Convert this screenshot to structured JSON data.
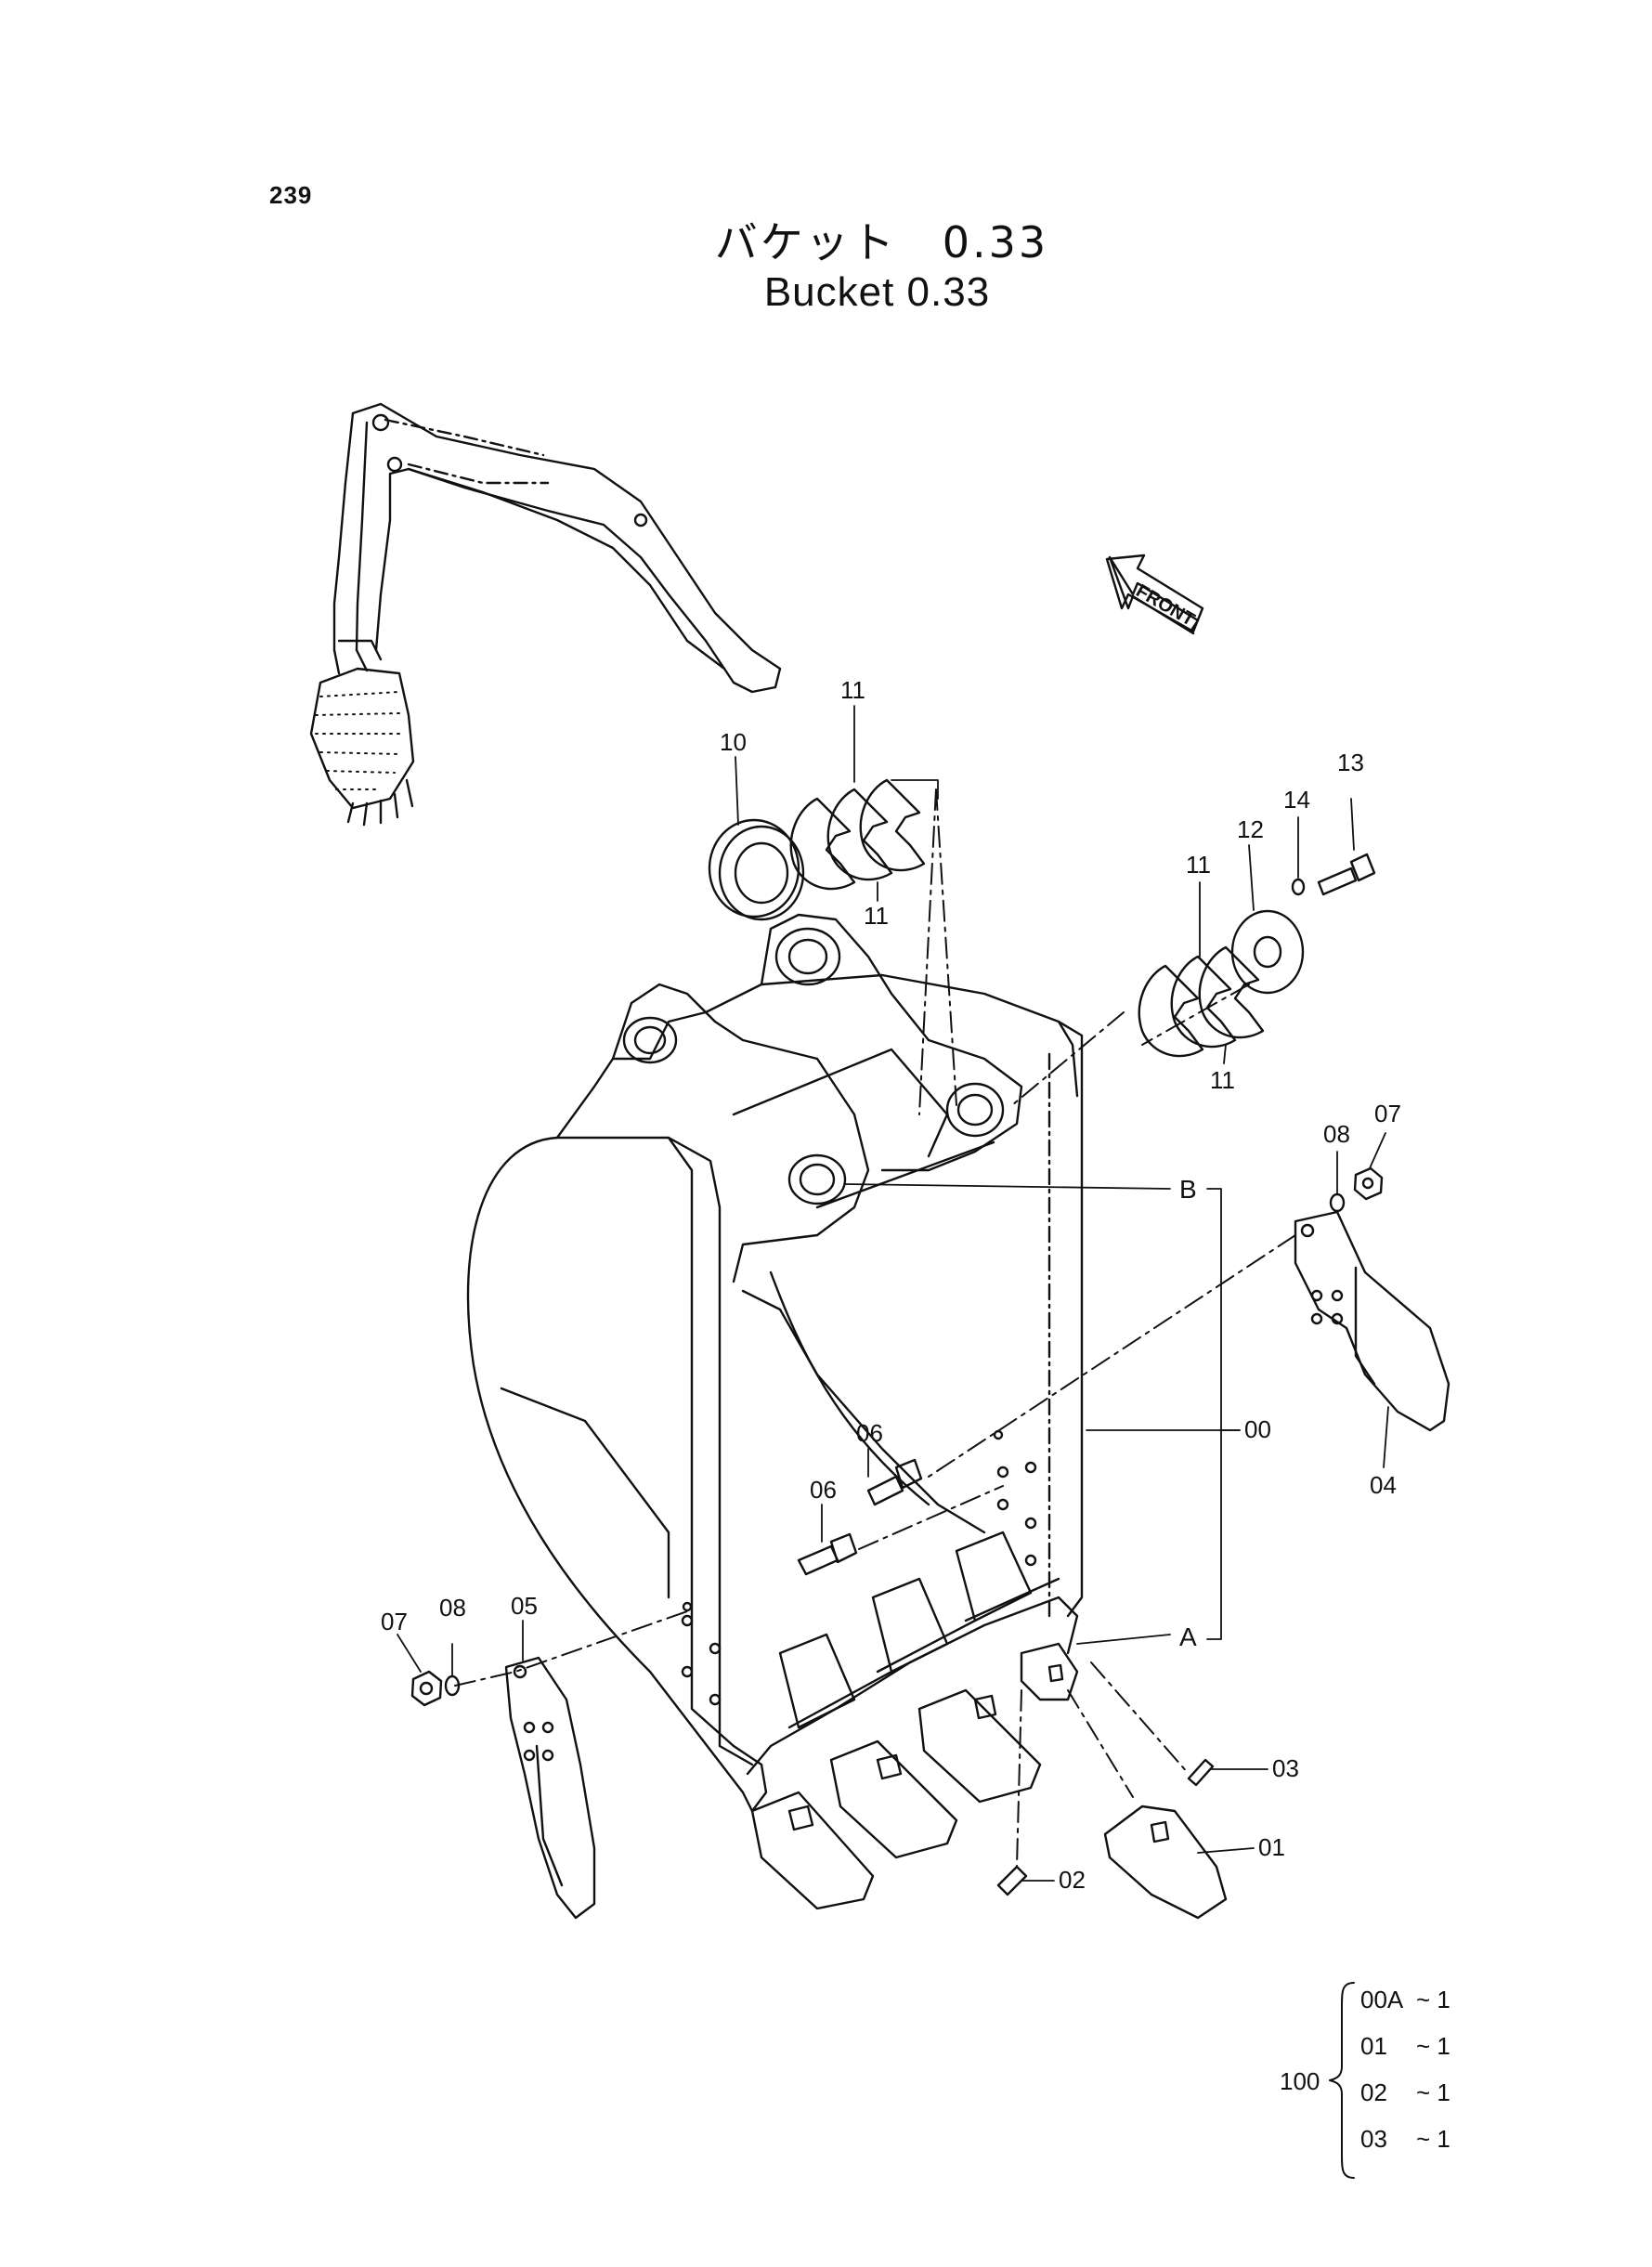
{
  "page_number": "239",
  "title_jp": "バケット　0.33",
  "title_en": "Bucket 0.33",
  "front_label": "FRONT",
  "part_labels": {
    "p00": "00",
    "p01": "01",
    "p02": "02",
    "p03": "03",
    "p04": "04",
    "p05": "05",
    "p06a": "06",
    "p06b": "06",
    "p07a": "07",
    "p07b": "07",
    "p08a": "08",
    "p08b": "08",
    "p10": "10",
    "p11a": "11",
    "p11b": "11",
    "p11c": "11",
    "p11d": "11",
    "p12": "12",
    "p13": "13",
    "p14": "14"
  },
  "reference_labels": {
    "a": "A",
    "b": "B"
  },
  "kit": {
    "number": "100",
    "items": [
      {
        "part": "00A",
        "qty": "~ 1"
      },
      {
        "part": "01",
        "qty": "~ 1"
      },
      {
        "part": "02",
        "qty": "~ 1"
      },
      {
        "part": "03",
        "qty": "~ 1"
      }
    ]
  },
  "colors": {
    "ink": "#111111",
    "background": "#ffffff"
  }
}
